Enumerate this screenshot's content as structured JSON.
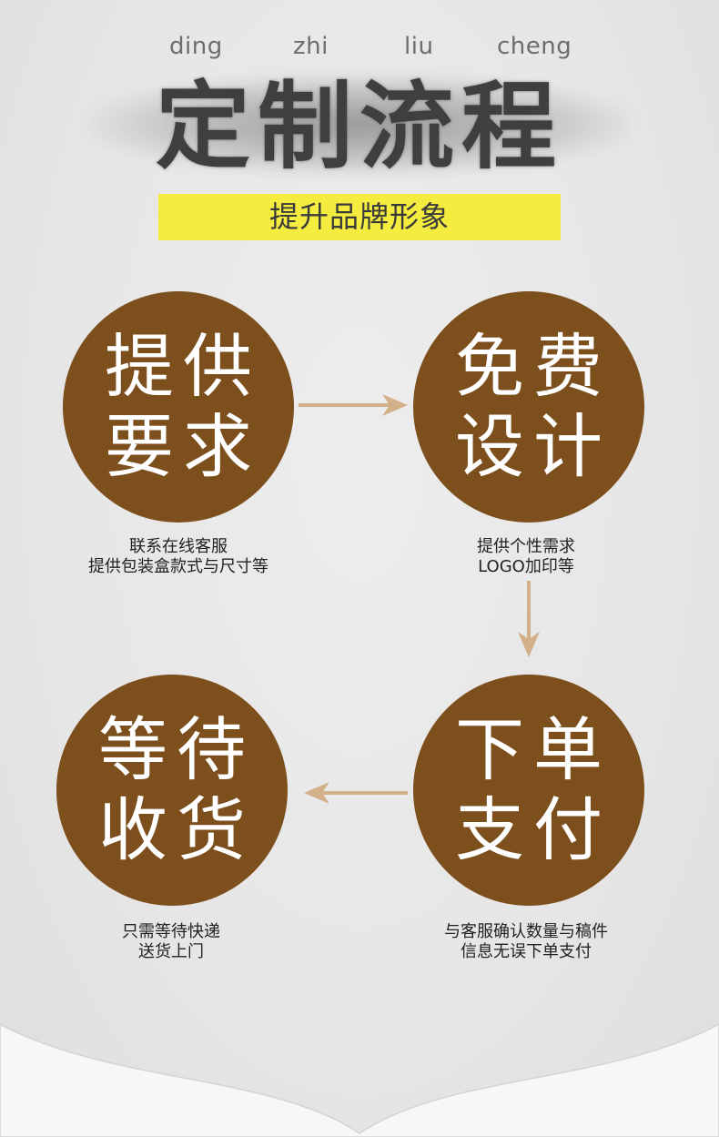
{
  "header": {
    "pinyin": [
      "ding",
      "zhi",
      "liu",
      "cheng"
    ],
    "title": "定制流程",
    "subtitle": "提升品牌形象"
  },
  "colors": {
    "circle": "#7c4f1d",
    "arrow": "#d4b08a",
    "subtitle_band": "#f4ec3f",
    "title_text": "#3f3f3f"
  },
  "steps": [
    {
      "line1": "提供",
      "line2": "要求",
      "desc": [
        "联系在线客服",
        "提供包装盒款式与尺寸等"
      ]
    },
    {
      "line1": "免费",
      "line2": "设计",
      "desc": [
        "提供个性需求",
        "LOGO加印等"
      ]
    },
    {
      "line1": "下单",
      "line2": "支付",
      "desc": [
        "与客服确认数量与稿件",
        "信息无误下单支付"
      ]
    },
    {
      "line1": "等待",
      "line2": "收货",
      "desc": [
        "只需等待快递",
        "送货上门"
      ]
    }
  ],
  "icons": [
    "arrow-right-icon",
    "arrow-down-icon",
    "arrow-left-icon"
  ]
}
